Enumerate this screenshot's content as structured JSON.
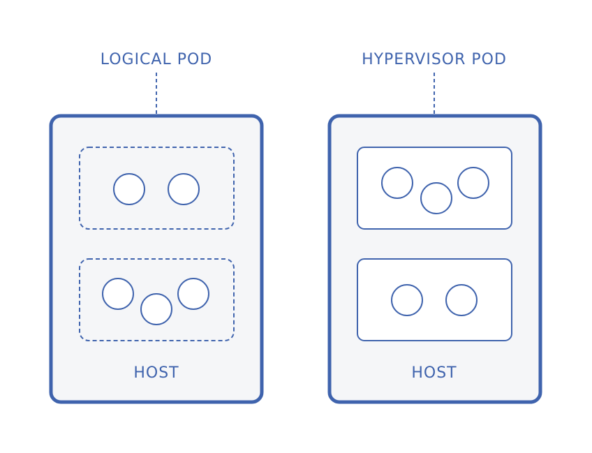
{
  "diagram": {
    "left": {
      "title": "LOGICAL POD",
      "host_label": "HOST",
      "pods": [
        {
          "style": "dashed",
          "containers": 2
        },
        {
          "style": "dashed",
          "containers": 3
        }
      ]
    },
    "right": {
      "title": "HYPERVISOR POD",
      "host_label": "HOST",
      "pods": [
        {
          "style": "solid",
          "containers": 3
        },
        {
          "style": "solid",
          "containers": 2
        }
      ]
    }
  },
  "colors": {
    "stroke": "#3f63ad",
    "host_fill": "#f5f6f8",
    "text": "#3f63ad",
    "background": "#ffffff"
  }
}
